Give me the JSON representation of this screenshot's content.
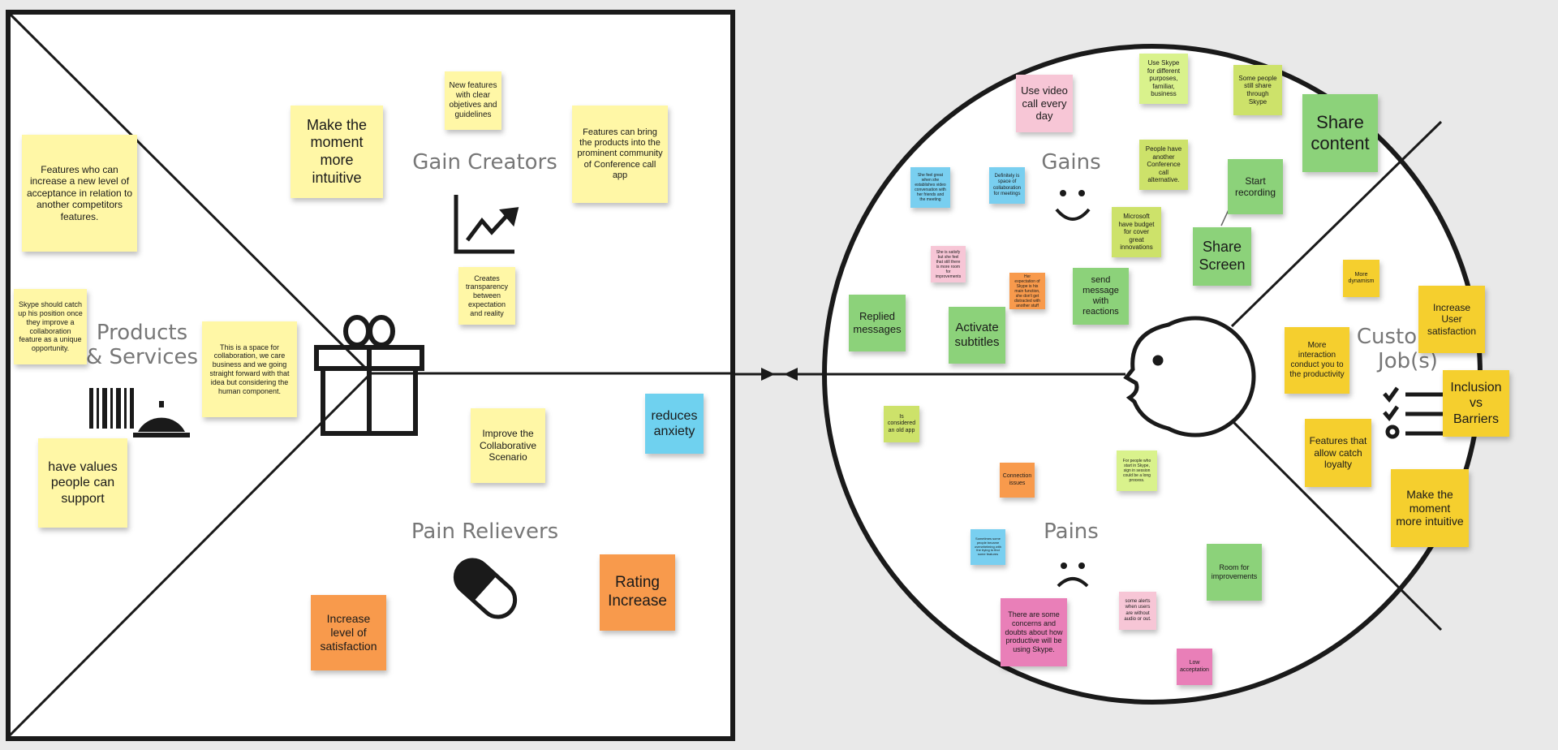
{
  "sections": {
    "products_services": "Products\n& Services",
    "gain_creators": "Gain Creators",
    "pain_relievers": "Pain Relievers",
    "gains": "Gains",
    "pains": "Pains",
    "customer_jobs": "Customer\nJob(s)"
  },
  "icons": [
    "barcode-icon",
    "service-bell-icon",
    "gift-icon",
    "trend-chart-icon",
    "pill-icon",
    "customer-face-icon",
    "smiley-icon",
    "sad-face-icon",
    "checklist-icon"
  ],
  "colors": {
    "yellow": "#fff7a6",
    "gold": "#f5cf2e",
    "lime": "#cde26a",
    "green": "#8cd27a",
    "pink": "#f7c6d6",
    "magenta": "#e97fb8",
    "orange": "#f89a4c",
    "cyan": "#6fd1ef"
  },
  "notes": {
    "products": [
      "Features who can increase a new level of acceptance in relation to another competitors features.",
      "Skype should catch up his position once they improve a collaboration feature as a unique opportunity.",
      "This is a space for collaboration, we care business and we going straight forward with that idea but considering the human component.",
      "have values people can support"
    ],
    "gain_creators": [
      "Make the moment more intuitive",
      "New features with clear objetives and guidelines",
      "Features can bring the products into the prominent community  of Conference call app",
      "Creates transparency between expectation and reality"
    ],
    "pain_relievers": [
      "Improve the Collaborative Scenario",
      "reduces anxiety",
      "Rating Increase",
      "Increase level of satisfaction"
    ],
    "gains": [
      "Use video call every day",
      "Use Skype for different purposes, familiar, business",
      "Some people still share through Skype",
      "Share content",
      "People have another Conference call alternative.",
      "Start recording",
      "Microsoft have budget for cover great innovations",
      "Share Screen",
      "She feel great when she establishes video conversation with her friends and the meeting",
      "Definitely is space of collaboration for meetings",
      "She is satisfy but she feel that still there is more room for improvements",
      "Her expectation of Skype is his main function, she don't get distracted with another stuff",
      "send message with reactions",
      "Replied messages",
      "Activate subtitles"
    ],
    "pains": [
      "Is considered an old app",
      "Connection issues",
      "For people who start in Skype, sign in session could be a long process.",
      "Sometimes some people became overwhelming with the trying to find some features",
      "Room for improvements",
      "There are some concerns and doubts about how productive will be using Skype.",
      "some alerts when users are without audio or out.",
      "Low acceptation"
    ],
    "jobs": [
      "More dynamism",
      "Increase User satisfaction",
      "More interaction conduct you to the productivity",
      "Inclusion vs Barriers",
      "Features that allow catch loyalty",
      "Make the moment more intuitive"
    ]
  }
}
